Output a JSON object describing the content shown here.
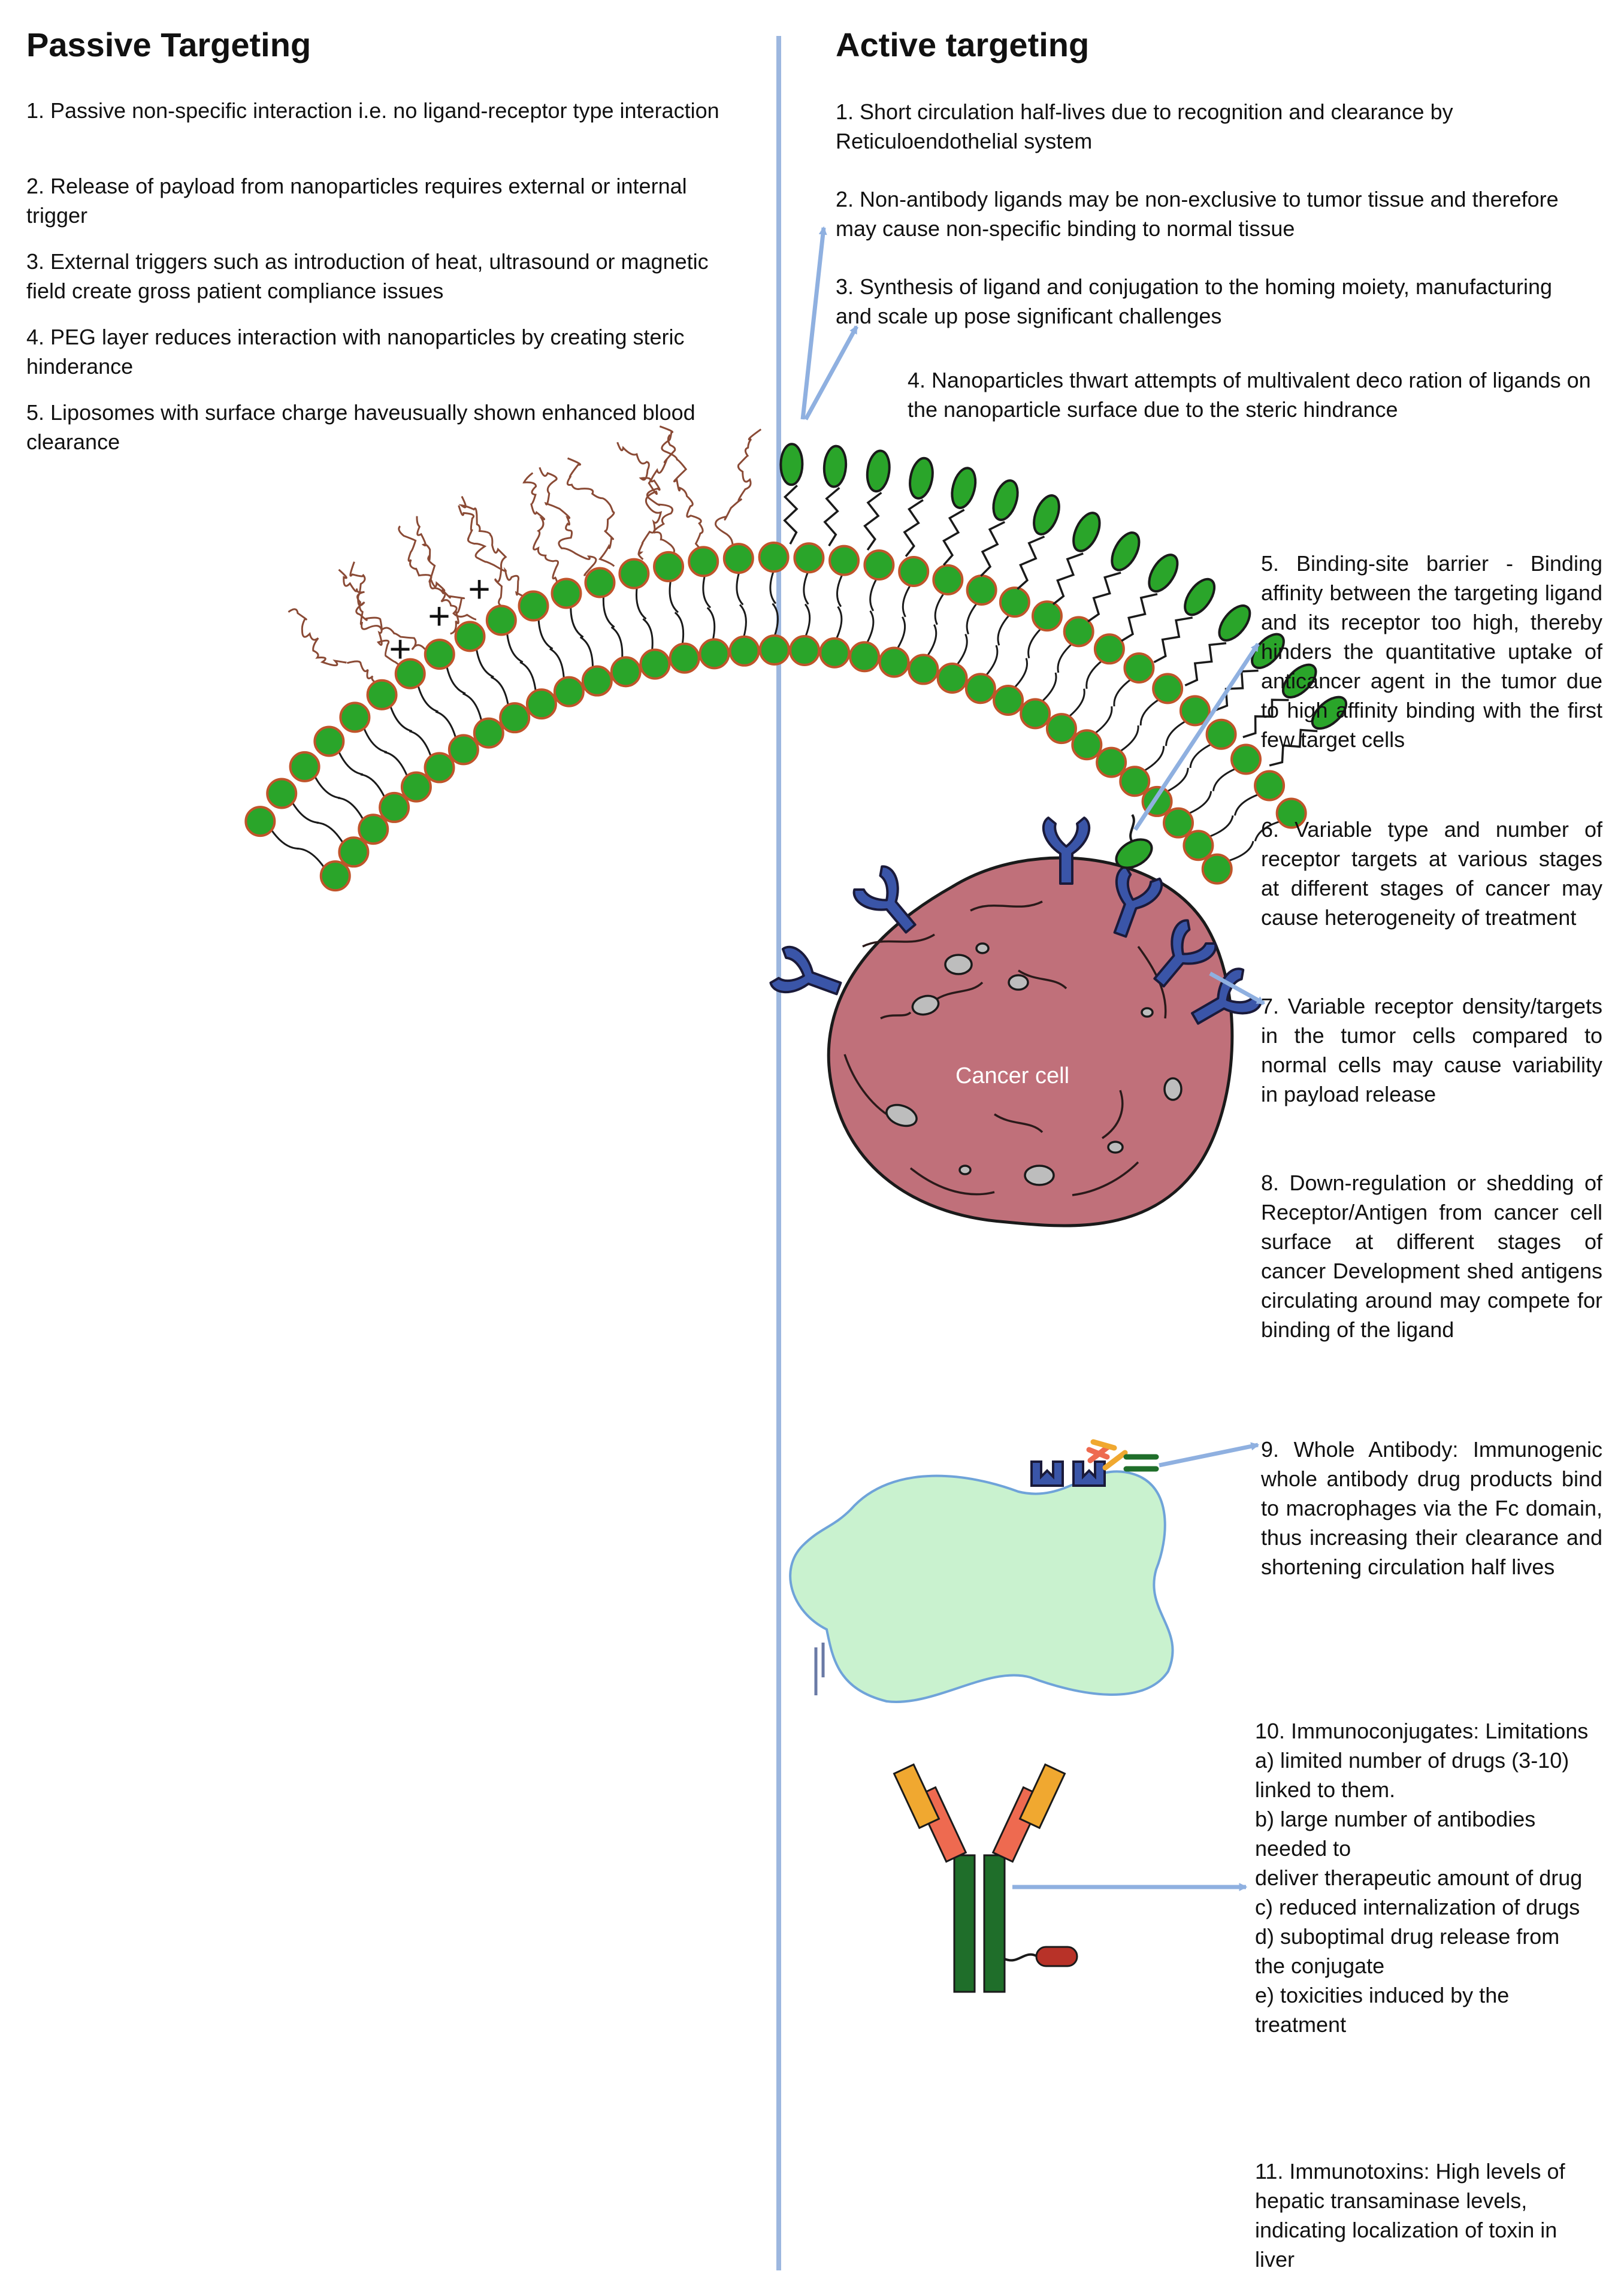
{
  "passive": {
    "title": "Passive Targeting",
    "items": [
      "1. Passive non-specific interaction i.e. no ligand-receptor type interaction",
      "2. Release of payload from nanoparticles requires external or internal trigger",
      "3. External triggers such as introduction of heat, ultrasound or magnetic field create gross patient compliance issues",
      "4. PEG layer reduces interaction with nanoparticles by creating steric hinderance",
      "5. Liposomes with surface charge haveusually shown enhanced blood clearance"
    ],
    "charge_symbol": "+"
  },
  "active": {
    "title": "Active targeting",
    "items": [
      "1. Short circulation half-lives due to recognition and clearance by Reticuloendothelial system",
      "2. Non-antibody ligands may be non-exclusive to tumor tissue and therefore may cause non-specific binding to normal tissue",
      "3. Synthesis of ligand and conjugation to the homing moiety, manufacturing and scale up pose significant challenges",
      "4. Nanoparticles thwart attempts of multivalent deco ration of ligands on the nanoparticle surface due to the steric hindrance",
      "5. Binding-site barrier - Binding affinity between the targeting ligand and its receptor too high, thereby hinders the quantitative uptake of anticancer agent in the tumor due to high affinity binding with the first few target cells",
      "6. Variable type and number of receptor targets at various stages at different stages of cancer may cause heterogeneity of treatment",
      "7. Variable receptor density/targets in the tumor cells compared to normal cells may cause variability in payload release",
      "8. Down-regulation or shedding of Receptor/Antigen from cancer cell surface at different stages of cancer Development shed antigens circulating around may compete for binding of the ligand",
      "9. Whole Antibody: Immunogenic whole antibody drug products bind to macrophages via the Fc domain, thus increasing their clearance and shortening circulation half lives",
      "10. Immunoconjugates: Limitations\na) limited number of drugs (3-10) linked to them.\nb) large number of antibodies needed to\ndeliver therapeutic amount of drug\nc) reduced internalization of drugs\nd) suboptimal drug release from the conjugate\ne) toxicities induced by the treatment",
      "11. Immunotoxins: High levels of hepatic transaminase levels, indicating localization of toxin in liver"
    ]
  },
  "cancer_cell": {
    "label": "Cancer cell"
  },
  "colors": {
    "divider": "#9db7df",
    "arrow": "#8fb0e0",
    "lipid_head": "#2aa52a",
    "lipid_head_stroke": "#c0542a",
    "peg": "#8a4a35",
    "ligand": "#2aa52a",
    "receptor": "#3a55a8",
    "cell_fill": "#c0707a",
    "macrophage_fill": "#c9f2cf",
    "antibody_fab": "#f0a830",
    "antibody_light": "#ee6a50",
    "antibody_fc": "#1f6e2a",
    "drug": "#b83228"
  }
}
